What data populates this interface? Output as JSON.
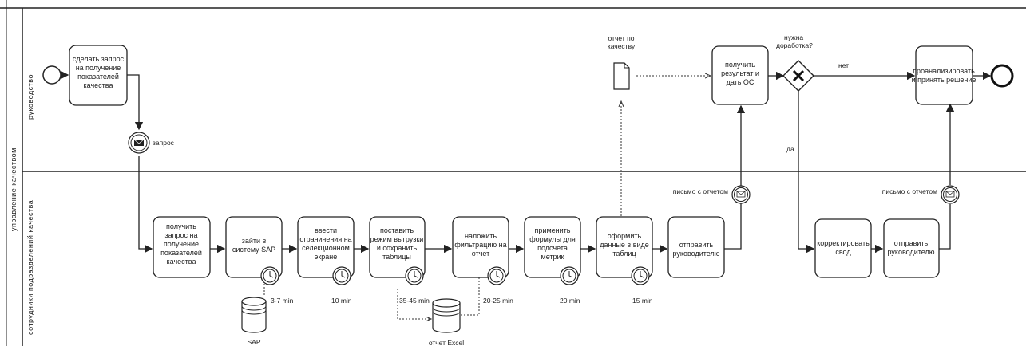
{
  "pool": {
    "label": "управление качеством"
  },
  "lanes": {
    "top": "руководство",
    "bottom": "сотрудники подразделений качества"
  },
  "tasks": {
    "t1": [
      "сделать запрос",
      "на получение",
      "показателей",
      "качества"
    ],
    "t2": [
      "получить",
      "результат и",
      "дать ОС"
    ],
    "t3": [
      "проанализировать",
      "и принять решение"
    ],
    "t4": [
      "получить",
      "запрос на",
      "получение",
      "показателей",
      "качества"
    ],
    "t5": [
      "зайти в",
      "систему SAP"
    ],
    "t6": [
      "ввести",
      "ограничения на",
      "селекционном",
      "экране"
    ],
    "t7": [
      "поставить",
      "режим выгрузки",
      "и сохранить",
      "таблицы"
    ],
    "t8": [
      "наложить",
      "фильтрацию на",
      "отчет"
    ],
    "t9": [
      "применить",
      "формулы для",
      "подсчета",
      "метрик"
    ],
    "t10": [
      "оформить",
      "данные в виде",
      "таблиц"
    ],
    "t11": [
      "отправить",
      "руководителю"
    ],
    "t12": [
      "корректировать",
      "свод"
    ],
    "t13": [
      "отправить",
      "руководителю"
    ]
  },
  "events": {
    "request": "запрос",
    "mail1": "письмо с отчетом",
    "mail2": "письмо с отчетом"
  },
  "gateway": {
    "question": [
      "нужна",
      "доработка?"
    ],
    "no": "нет",
    "yes": "да"
  },
  "data_objects": {
    "report": [
      "отчет по",
      "качеству"
    ],
    "sap": "SAP",
    "excel": "отчет Excel"
  },
  "timers": {
    "t5": "3-7 min",
    "t6": "10 min",
    "t7": "35-45 min",
    "t8": "20-25 min",
    "t9": "20 min",
    "t10": "15 min"
  }
}
